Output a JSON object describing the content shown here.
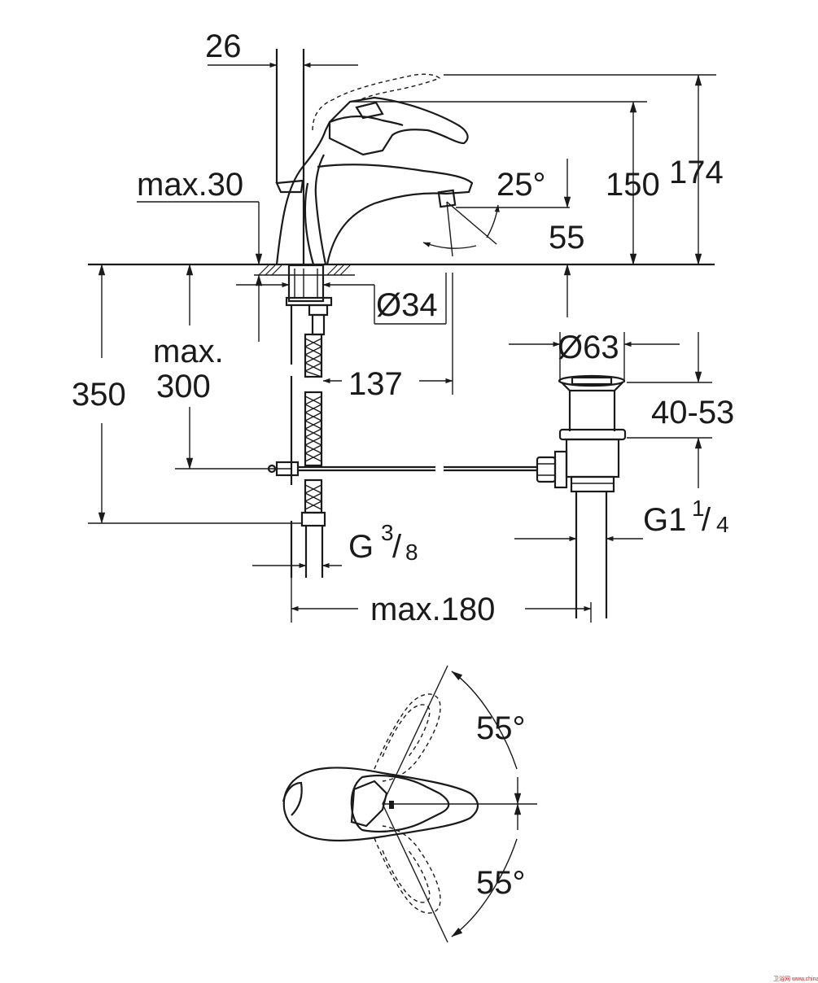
{
  "dimensions": {
    "spout_width": "26",
    "handle_height": "150",
    "total_height": "174",
    "counter_thickness": "max.30",
    "spout_angle": "25°",
    "spout_height": "55",
    "hole_diameter": "Ø34",
    "drain_diameter": "Ø63",
    "spout_reach": "137",
    "hose_length": "350",
    "mount_length_1": "max.",
    "mount_length_2": "300",
    "drain_range": "40-53",
    "hose_thread_base": "G",
    "hose_thread_num": "3",
    "hose_thread_den": "8",
    "drain_thread_base": "G1",
    "drain_thread_num": "1",
    "drain_thread_den": "4",
    "drain_offset": "max.180",
    "rotation_upper": "55°",
    "rotation_lower": "55°"
  },
  "watermark": "卫浴网 www.chinabath.com"
}
